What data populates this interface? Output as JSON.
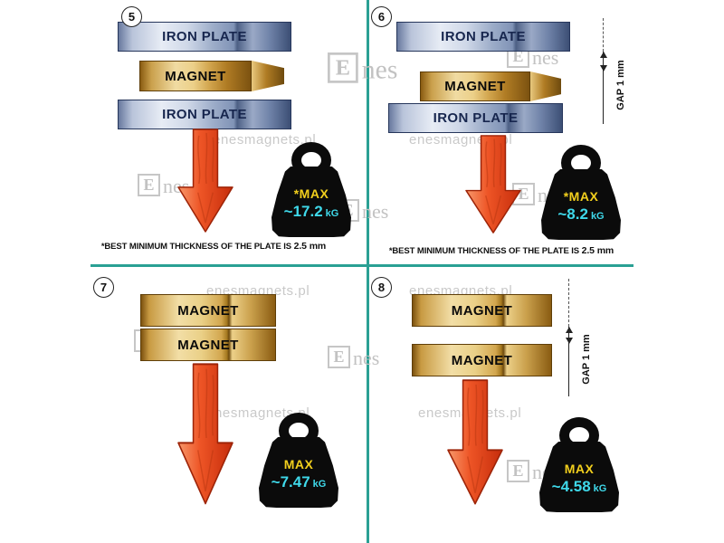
{
  "brand": {
    "watermark": "enesmagnets.pl",
    "logo_letter": "E",
    "logo_suffix": "nes"
  },
  "colors": {
    "divider_teal": "#2aa094",
    "arrow_red": "#e8411c",
    "max_label_yellow": "#f2cf1d",
    "max_value_cyan": "#3fd9ea",
    "plate_steel": "#9dadc9",
    "magnet_gold": "#d3a750"
  },
  "panels": {
    "p5": {
      "number": "5",
      "top_plate": "IRON PLATE",
      "magnet": "MAGNET",
      "bottom_plate": "IRON PLATE",
      "max_label": "*MAX",
      "max_value": "~17.2",
      "max_unit": "kG",
      "footnote_text": "*BEST MINIMUM THICKNESS OF THE PLATE IS",
      "footnote_value": "2.5 mm"
    },
    "p6": {
      "number": "6",
      "top_plate": "IRON PLATE",
      "magnet": "MAGNET",
      "bottom_plate": "IRON PLATE",
      "gap_label": "GAP 1 mm",
      "max_label": "*MAX",
      "max_value": "~8.2",
      "max_unit": "kG",
      "footnote_text": "*BEST MINIMUM THICKNESS OF THE PLATE IS",
      "footnote_value": "2.5 mm"
    },
    "p7": {
      "number": "7",
      "magnet_top": "MAGNET",
      "magnet_bottom": "MAGNET",
      "max_label": "MAX",
      "max_value": "~7.47",
      "max_unit": "kG"
    },
    "p8": {
      "number": "8",
      "magnet_top": "MAGNET",
      "magnet_bottom": "MAGNET",
      "gap_label": "GAP 1 mm",
      "max_label": "MAX",
      "max_value": "~4.58",
      "max_unit": "kG"
    }
  }
}
